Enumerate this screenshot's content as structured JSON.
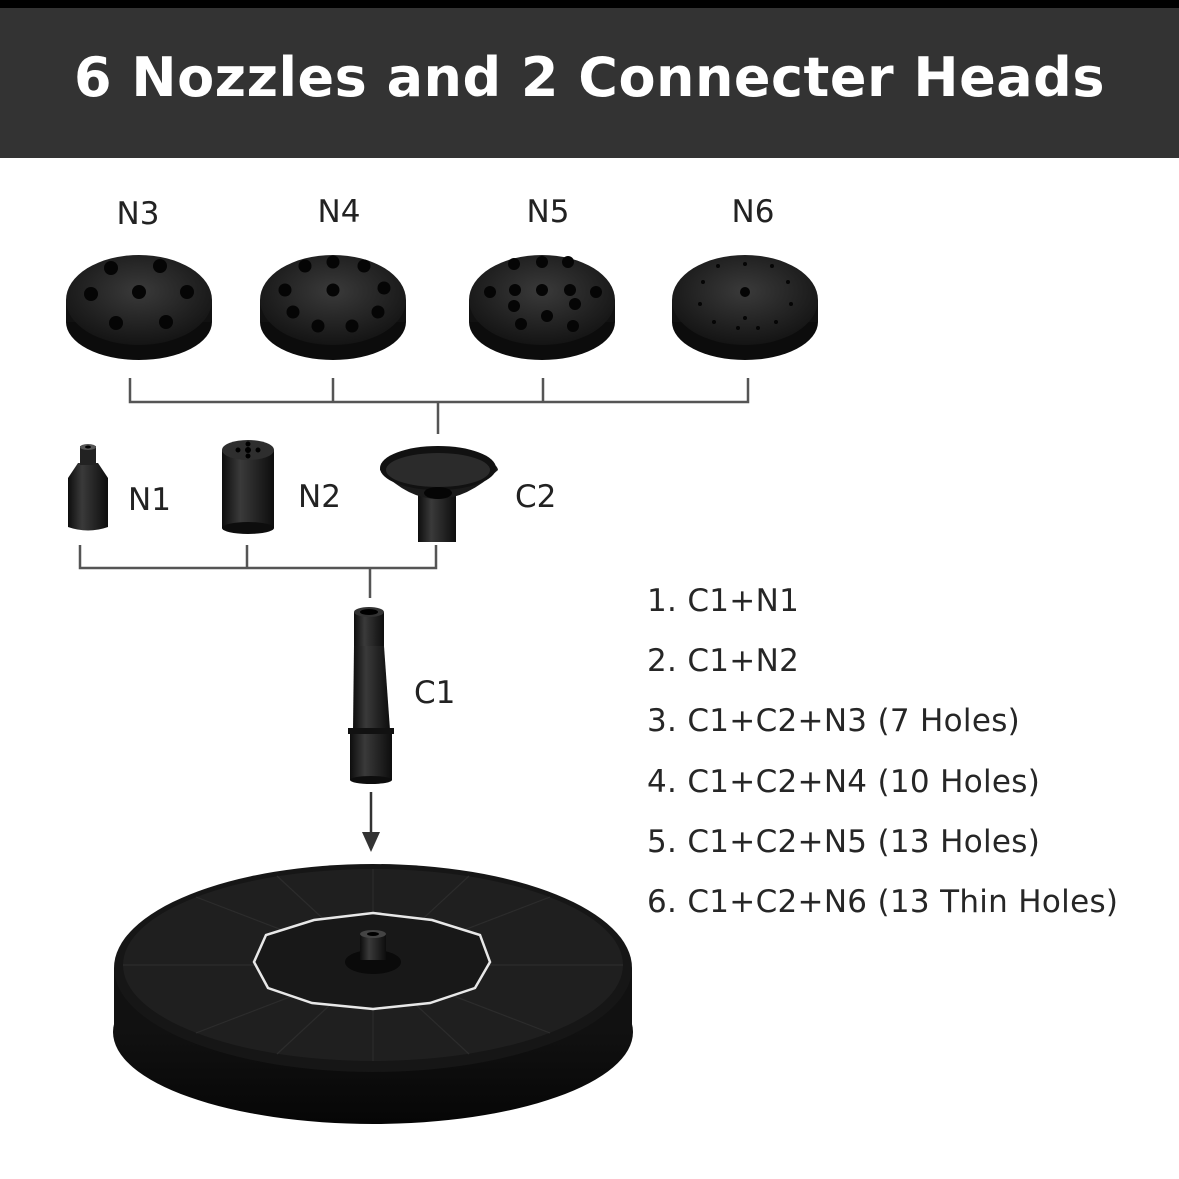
{
  "header": {
    "title": "6 Nozzles and 2 Connecter Heads"
  },
  "parts": {
    "n1": "N1",
    "n2": "N2",
    "n3": "N3",
    "n4": "N4",
    "n5": "N5",
    "n6": "N6",
    "c1": "C1",
    "c2": "C2"
  },
  "combinations": [
    "1. C1+N1",
    "2. C1+N2",
    "3. C1+C2+N3 (7 Holes)",
    "4. C1+C2+N4 (10 Holes)",
    "5. C1+C2+N5 (13 Holes)",
    "6. C1+C2+N6 (13 Thin Holes)"
  ],
  "colors": {
    "header_bg": "#333333",
    "part": "#1a1a1a",
    "text": "#222222"
  }
}
